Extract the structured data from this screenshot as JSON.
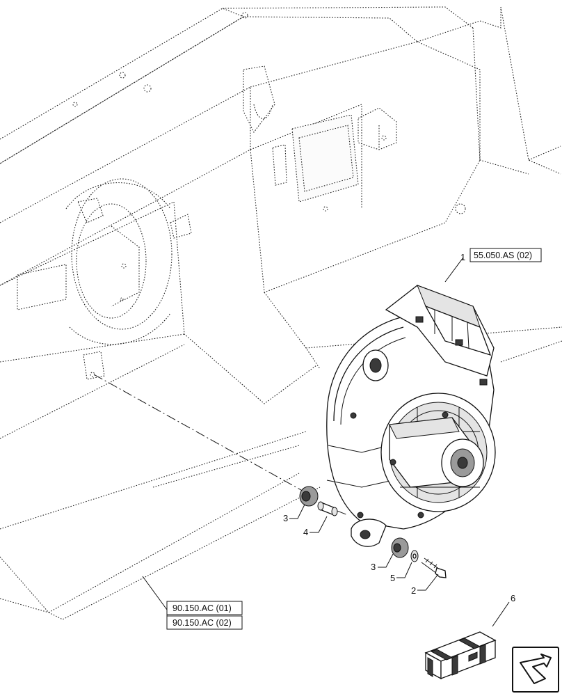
{
  "callouts": {
    "item1": "1",
    "item2": "2",
    "item3a": "3",
    "item3b": "3",
    "item4": "4",
    "item5": "5",
    "item6": "6"
  },
  "references": {
    "blower_ref": "55.050.AS (02)",
    "frame_ref_1": "90.150.AC (01)",
    "frame_ref_2": "90.150.AC (02)"
  },
  "icons": {
    "kit": "parts-kit-crate-icon",
    "navigation": "return-arrow-icon"
  }
}
